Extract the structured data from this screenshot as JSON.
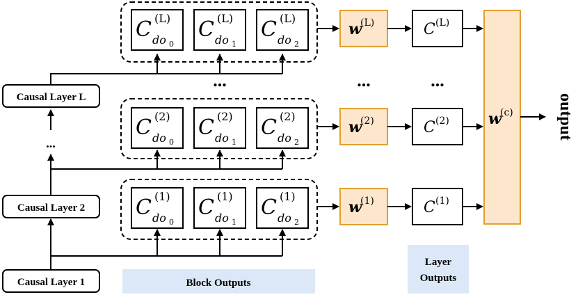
{
  "layers": {
    "layer1": "Causal Layer 1",
    "layer2": "Causal Layer 2",
    "layerL": "Causal Layer L",
    "vdots": "..."
  },
  "blocks": {
    "rowL": {
      "sup": "(L)",
      "base": "C",
      "subs": [
        "do",
        "do",
        "do"
      ],
      "subidx": [
        "0",
        "1",
        "2"
      ]
    },
    "row2": {
      "sup": "(2)",
      "base": "C",
      "subs": [
        "do",
        "do",
        "do"
      ],
      "subidx": [
        "0",
        "1",
        "2"
      ]
    },
    "row1": {
      "sup": "(1)",
      "base": "C",
      "subs": [
        "do",
        "do",
        "do"
      ],
      "subidx": [
        "0",
        "1",
        "2"
      ]
    }
  },
  "weights": {
    "wL": {
      "base": "w",
      "sup": "(L)"
    },
    "w2": {
      "base": "w",
      "sup": "(2)"
    },
    "w1": {
      "base": "w",
      "sup": "(1)"
    },
    "wc": {
      "base": "w",
      "sup": "(c)"
    }
  },
  "layer_outputs": {
    "cL": {
      "base": "C",
      "sup": "(L)"
    },
    "c2": {
      "base": "C",
      "sup": "(2)"
    },
    "c1": {
      "base": "C",
      "sup": "(1)"
    }
  },
  "ellipsis": "...",
  "captions": {
    "block_outputs": "Block Outputs",
    "layer_outputs_line1": "Layer",
    "layer_outputs_line2": "Outputs"
  },
  "output_label": "output",
  "colors": {
    "weight_fill": "#fde6cc",
    "weight_stroke": "#e0a030",
    "caption_bg": "#dce8f7",
    "line": "#000000"
  }
}
